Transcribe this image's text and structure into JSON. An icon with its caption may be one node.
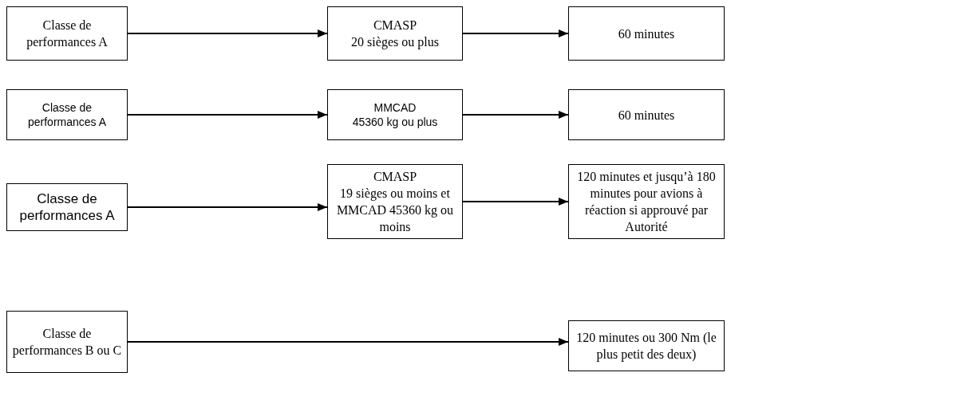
{
  "diagram": {
    "nodes": [
      {
        "text": [
          "Classe de performances A"
        ]
      },
      {
        "text": [
          "CMASP",
          "20 sièges ou plus"
        ]
      },
      {
        "text": [
          "60 minutes"
        ]
      },
      {
        "text": [
          "Classe de performances A"
        ]
      },
      {
        "text": [
          "MMCAD",
          "45360 kg ou plus"
        ]
      },
      {
        "text": [
          "60 minutes"
        ]
      },
      {
        "text": [
          "Classe de performances A"
        ]
      },
      {
        "text": [
          "CMASP",
          "19 sièges ou moins et MMCAD 45360 kg ou moins"
        ]
      },
      {
        "text": [
          "120 minutes et jusqu’à 180 minutes pour avions à réaction si approuvé par Autorité"
        ]
      },
      {
        "text": [
          "Classe de performances B ou C"
        ]
      },
      {
        "text": [
          "120 minutes ou 300 Nm (le plus petit des deux)"
        ]
      }
    ],
    "edges": [
      {
        "from": 0,
        "to": 1,
        "arrow": "to"
      },
      {
        "from": 1,
        "to": 2,
        "arrow": "to"
      },
      {
        "from": 3,
        "to": 4,
        "arrow": "to"
      },
      {
        "from": 4,
        "to": 5,
        "arrow": "to"
      },
      {
        "from": 6,
        "to": 7,
        "arrow": "to"
      },
      {
        "from": 7,
        "to": 8,
        "arrow": "to"
      },
      {
        "from": 9,
        "to": 10,
        "arrow": "to"
      }
    ]
  }
}
